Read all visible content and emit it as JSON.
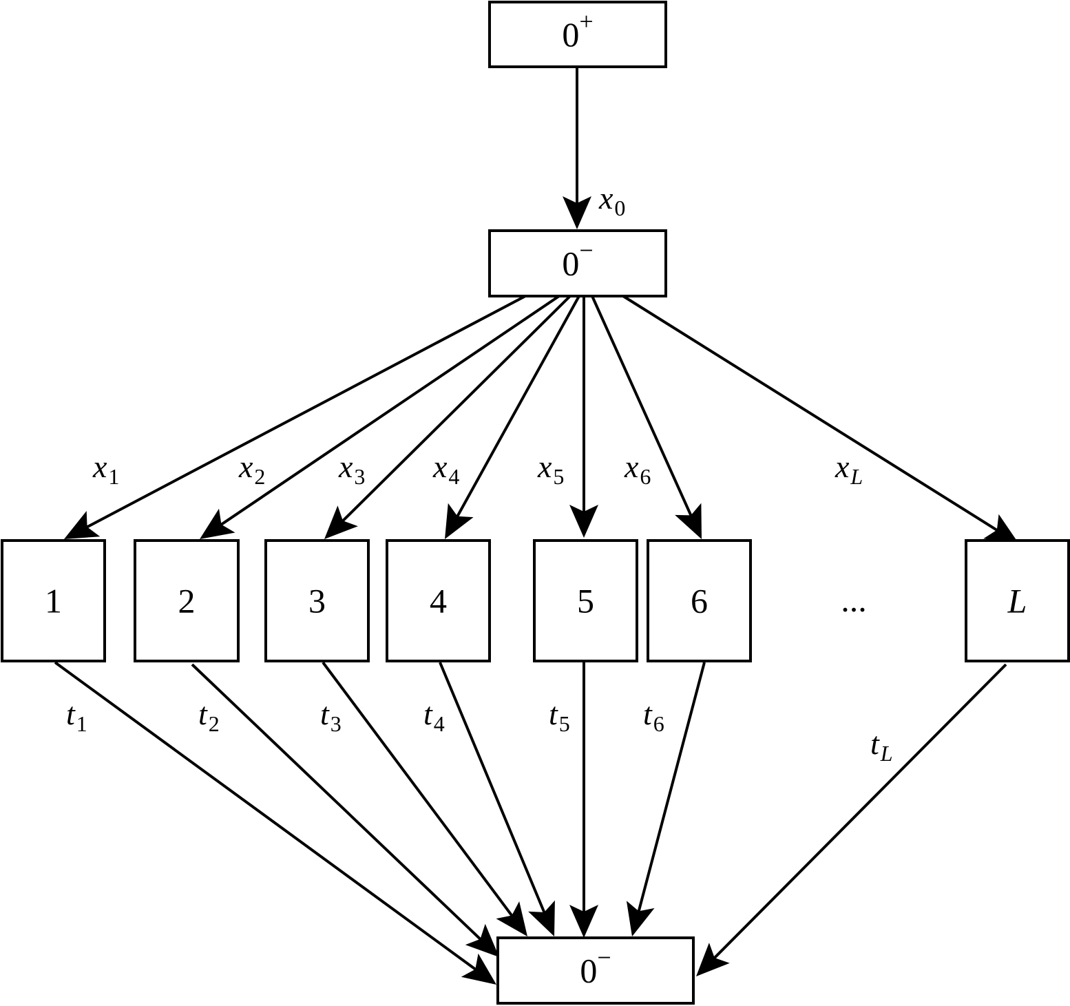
{
  "nodes": [
    {
      "id": "top",
      "base": "0",
      "sup": "+"
    },
    {
      "id": "mid",
      "base": "0",
      "sup": "−"
    },
    {
      "id": "n1",
      "base": "1"
    },
    {
      "id": "n2",
      "base": "2"
    },
    {
      "id": "n3",
      "base": "3"
    },
    {
      "id": "n4",
      "base": "4"
    },
    {
      "id": "n5",
      "base": "5"
    },
    {
      "id": "n6",
      "base": "6"
    },
    {
      "id": "nL",
      "base": "L",
      "italic": true
    },
    {
      "id": "bottom",
      "base": "0",
      "sup": "−"
    }
  ],
  "ellipsis": "...",
  "edges": [
    {
      "id": "x0",
      "from": "top",
      "to": "mid",
      "var": "x",
      "sub": "0"
    },
    {
      "id": "x1",
      "from": "mid",
      "to": "n1",
      "var": "x",
      "sub": "1"
    },
    {
      "id": "x2",
      "from": "mid",
      "to": "n2",
      "var": "x",
      "sub": "2"
    },
    {
      "id": "x3",
      "from": "mid",
      "to": "n3",
      "var": "x",
      "sub": "3"
    },
    {
      "id": "x4",
      "from": "mid",
      "to": "n4",
      "var": "x",
      "sub": "4"
    },
    {
      "id": "x5",
      "from": "mid",
      "to": "n5",
      "var": "x",
      "sub": "5"
    },
    {
      "id": "x6",
      "from": "mid",
      "to": "n6",
      "var": "x",
      "sub": "6"
    },
    {
      "id": "xL",
      "from": "mid",
      "to": "nL",
      "var": "x",
      "sub": "L",
      "sub_italic": true
    },
    {
      "id": "t1",
      "from": "n1",
      "to": "bottom",
      "var": "t",
      "sub": "1"
    },
    {
      "id": "t2",
      "from": "n2",
      "to": "bottom",
      "var": "t",
      "sub": "2"
    },
    {
      "id": "t3",
      "from": "n3",
      "to": "bottom",
      "var": "t",
      "sub": "3"
    },
    {
      "id": "t4",
      "from": "n4",
      "to": "bottom",
      "var": "t",
      "sub": "4"
    },
    {
      "id": "t5",
      "from": "n5",
      "to": "bottom",
      "var": "t",
      "sub": "5"
    },
    {
      "id": "t6",
      "from": "n6",
      "to": "bottom",
      "var": "t",
      "sub": "6"
    },
    {
      "id": "tL",
      "from": "nL",
      "to": "bottom",
      "var": "t",
      "sub": "L",
      "sub_italic": true
    }
  ]
}
